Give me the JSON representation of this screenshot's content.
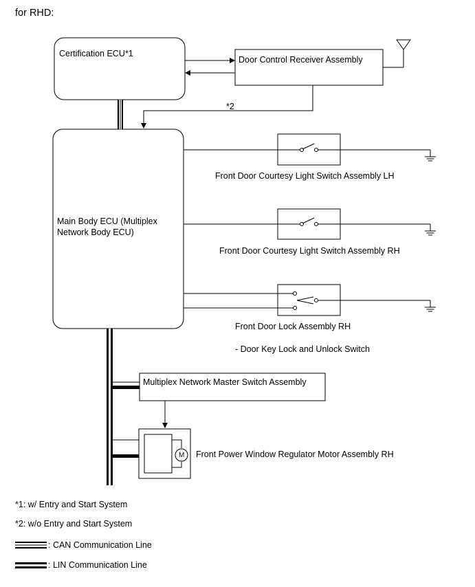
{
  "header": "for RHD:",
  "components": {
    "certification_ecu": "Certification ECU*1",
    "door_control_receiver": "Door Control Receiver Assembly",
    "main_body_ecu_line1": "Main Body ECU (Multiplex",
    "main_body_ecu_line2": "Network Body ECU)",
    "courtesy_switch_lh": "Front Door Courtesy Light Switch Assembly LH",
    "courtesy_switch_rh": "Front Door Courtesy Light Switch Assembly RH",
    "door_lock_rh": "Front Door Lock Assembly RH",
    "door_lock_sub": "- Door Key Lock and Unlock Switch",
    "master_switch": "Multiplex Network Master Switch Assembly",
    "window_motor": "Front Power Window Regulator Motor Assembly RH",
    "motor_symbol": "M"
  },
  "annotations": {
    "wire_note": "*2"
  },
  "notes": [
    "*1: w/ Entry and Start System",
    "*2: w/o Entry and Start System"
  ],
  "legend": {
    "can": ": CAN Communication Line",
    "lin": ": LIN Communication Line"
  }
}
